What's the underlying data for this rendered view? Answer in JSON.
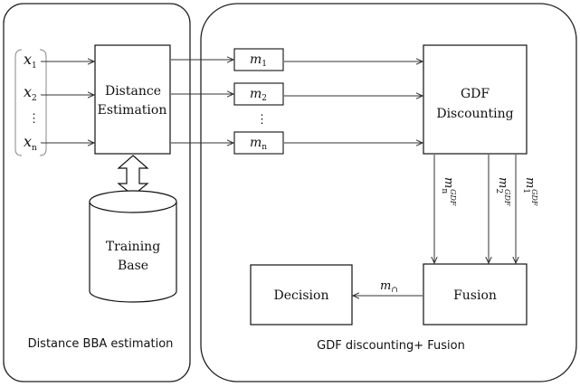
{
  "left_panel": {
    "caption": "Distance BBA estimation",
    "inputs": [
      {
        "var": "x",
        "sub": "1"
      },
      {
        "var": "x",
        "sub": "2"
      },
      {
        "var": "x",
        "sub": "n"
      }
    ],
    "input_ellipsis": "⋮",
    "distance_box": {
      "line1": "Distance",
      "line2": "Estimation"
    },
    "training_base": {
      "line1": "Training",
      "line2": "Base"
    }
  },
  "right_panel": {
    "caption": "GDF discounting+ Fusion",
    "masses": [
      {
        "var": "m",
        "sub": "1"
      },
      {
        "var": "m",
        "sub": "2"
      },
      {
        "var": "m",
        "sub": "n"
      }
    ],
    "mass_ellipsis": "⋮",
    "gdf_box": {
      "line1": "GDF",
      "line2": "Discounting"
    },
    "discounted_labels": [
      {
        "var": "m",
        "sub": "n",
        "sup": "GDF"
      },
      {
        "var": "m",
        "sub": "2",
        "sup": "GDF"
      },
      {
        "var": "m",
        "sub": "1",
        "sup": "GDF"
      }
    ],
    "fusion_box": {
      "label": "Fusion"
    },
    "decision_box": {
      "label": "Decision"
    },
    "fused_label": {
      "var": "m",
      "sub": "∩"
    }
  }
}
